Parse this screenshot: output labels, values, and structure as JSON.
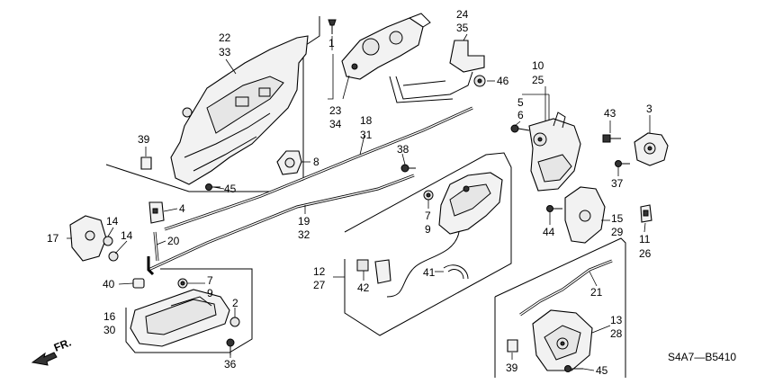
{
  "diagram_code": "S4A7—B5410",
  "direction_label": "FR.",
  "callouts": {
    "c1": "1",
    "c2": "2",
    "c3": "3",
    "c4": "4",
    "c5": "5",
    "c6": "6",
    "c7a": "7",
    "c7b": "7",
    "c8": "8",
    "c9a": "9",
    "c9b": "9",
    "c10": "10",
    "c11": "11",
    "c12": "12",
    "c13": "13",
    "c14a": "14",
    "c14b": "14",
    "c15": "15",
    "c16": "16",
    "c17": "17",
    "c18": "18",
    "c19": "19",
    "c20": "20",
    "c21": "21",
    "c22": "22",
    "c23": "23",
    "c24": "24",
    "c25": "25",
    "c26": "26",
    "c27": "27",
    "c28": "28",
    "c29": "29",
    "c30": "30",
    "c31": "31",
    "c32": "32",
    "c33": "33",
    "c34": "34",
    "c35": "35",
    "c36": "36",
    "c37": "37",
    "c38": "38",
    "c39a": "39",
    "c39b": "39",
    "c40": "40",
    "c41": "41",
    "c42": "42",
    "c43": "43",
    "c44": "44",
    "c45a": "45",
    "c45b": "45",
    "c46": "46"
  }
}
